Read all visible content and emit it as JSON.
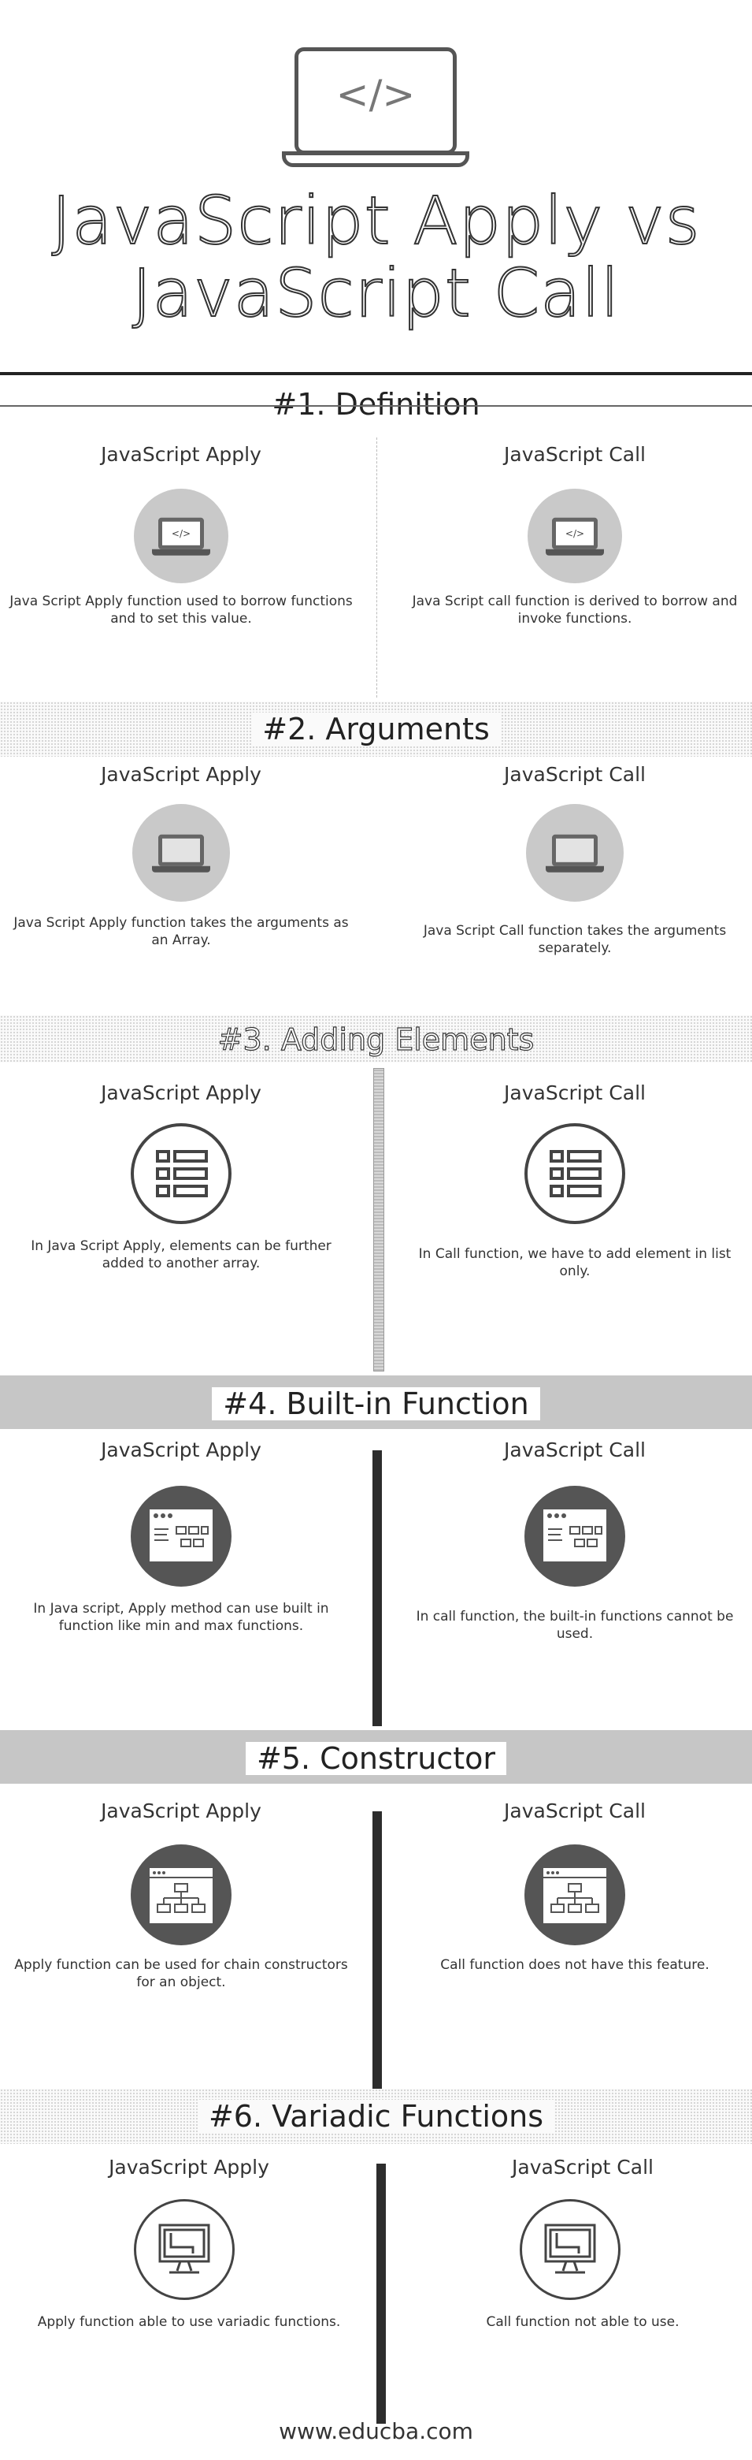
{
  "header": {
    "code_glyph": "</>",
    "title_line1": "JavaScript Apply vs",
    "title_line2": "JavaScript Call"
  },
  "sections": [
    {
      "heading": "#1. Definition",
      "left_title": "JavaScript Apply",
      "left_text": "Java Script Apply function used to borrow functions and to set this value.",
      "right_title": "JavaScript Call",
      "right_text": "Java Script call function is derived to borrow and invoke functions.",
      "icon": "laptop-code-icon",
      "left_icon_glyph": "</>",
      "right_icon_glyph": "</>"
    },
    {
      "heading": "#2. Arguments",
      "left_title": "JavaScript Apply",
      "left_text": "Java Script Apply function takes the arguments as an Array.",
      "right_title": "JavaScript Call",
      "right_text": "Java Script Call function takes the arguments separately.",
      "icon": "laptop-circle-icon"
    },
    {
      "heading": "#3. Adding Elements",
      "left_title": "JavaScript Apply",
      "left_text": "In Java Script Apply, elements can be further added to another array.",
      "right_title": "JavaScript Call",
      "right_text": "In Call function, we have to add element in list only.",
      "icon": "list-icon"
    },
    {
      "heading": "#4. Built-in Function",
      "left_title": "JavaScript Apply",
      "left_text": "In Java script, Apply method can use built in function like min and max functions.",
      "right_title": "JavaScript Call",
      "right_text": "In call function, the built-in functions cannot be used.",
      "icon": "browser-window-icon"
    },
    {
      "heading": "#5. Constructor",
      "left_title": "JavaScript Apply",
      "left_text": "Apply function can be used for chain constructors for an object.",
      "right_title": "JavaScript Call",
      "right_text": "Call function does not have this feature.",
      "icon": "sitemap-icon"
    },
    {
      "heading": "#6. Variadic Functions",
      "left_title": "JavaScript Apply",
      "left_text": "Apply function able to use variadic functions.",
      "right_title": "JavaScript Call",
      "right_text": "Call function not able to use.",
      "icon": "monitor-icon"
    }
  ],
  "footer": {
    "url": "www.educba.com"
  },
  "colors": {
    "text": "#333333",
    "icon_dark": "#555555",
    "icon_light": "#c9c9c9",
    "band_gray": "#c6c6c6"
  }
}
